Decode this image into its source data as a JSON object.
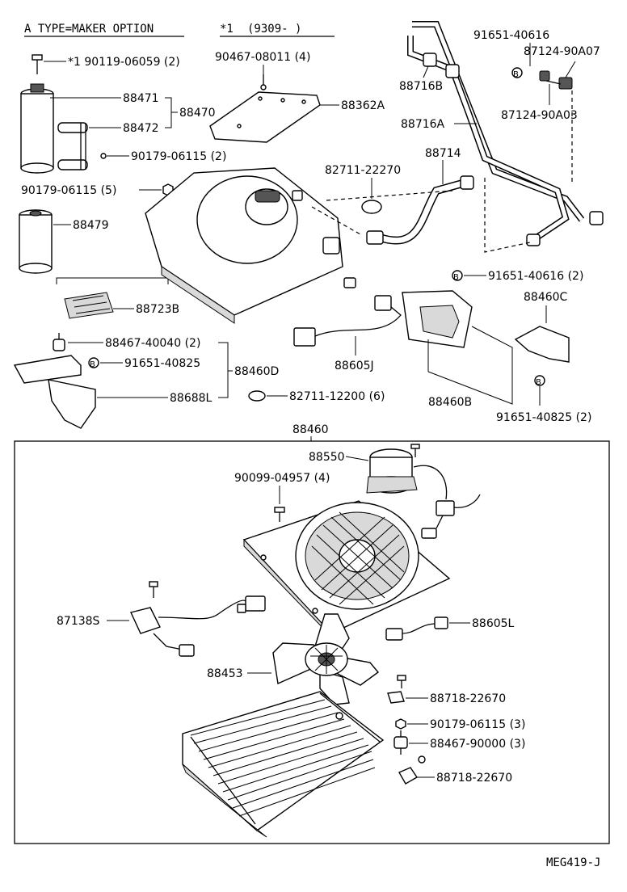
{
  "header": {
    "type_note": "A TYPE=MAKER OPTION",
    "footnote_mark": "*1",
    "footnote_range": "(9309-     )"
  },
  "figure_code": "MEG419-J",
  "assembly_box_label": "88460",
  "callouts": {
    "bolt_top": "*1  90119-06059 (2)",
    "p90467": "90467-08011 (4)",
    "p88471": "88471",
    "p88470": "88470",
    "p88472": "88472",
    "p88362a": "88362A",
    "p90179_2": "90179-06115 (2)",
    "p90179_5": "90179-06115 (5)",
    "p88479": "88479",
    "p88723b": "88723B",
    "p88467_2": "88467-40040 (2)",
    "p91651_40825": "91651-40825",
    "p88460d": "88460D",
    "p88688l": "88688L",
    "p82711_12200": "82711-12200 (6)",
    "p88605j": "88605J",
    "p82711_22270": "82711-22270",
    "p88714": "88714",
    "p88716b": "88716B",
    "p88716a": "88716A",
    "p91651_40616": "91651-40616",
    "p87124_90a07": "87124-90A07",
    "p87124_90a03": "87124-90A03",
    "p91651_40616_2": "91651-40616 (2)",
    "p88460c": "88460C",
    "p88460b": "88460B",
    "p91651_40825_2": "91651-40825 (2)",
    "p88550": "88550",
    "p90099": "90099-04957 (4)",
    "p87138s": "87138S",
    "p88605l": "88605L",
    "p88453": "88453",
    "p88718_a": "88718-22670",
    "p90179_3": "90179-06115 (3)",
    "p88467_3": "88467-90000 (3)",
    "p88718_b": "88718-22670"
  },
  "circle_marks": {
    "b": "B"
  }
}
